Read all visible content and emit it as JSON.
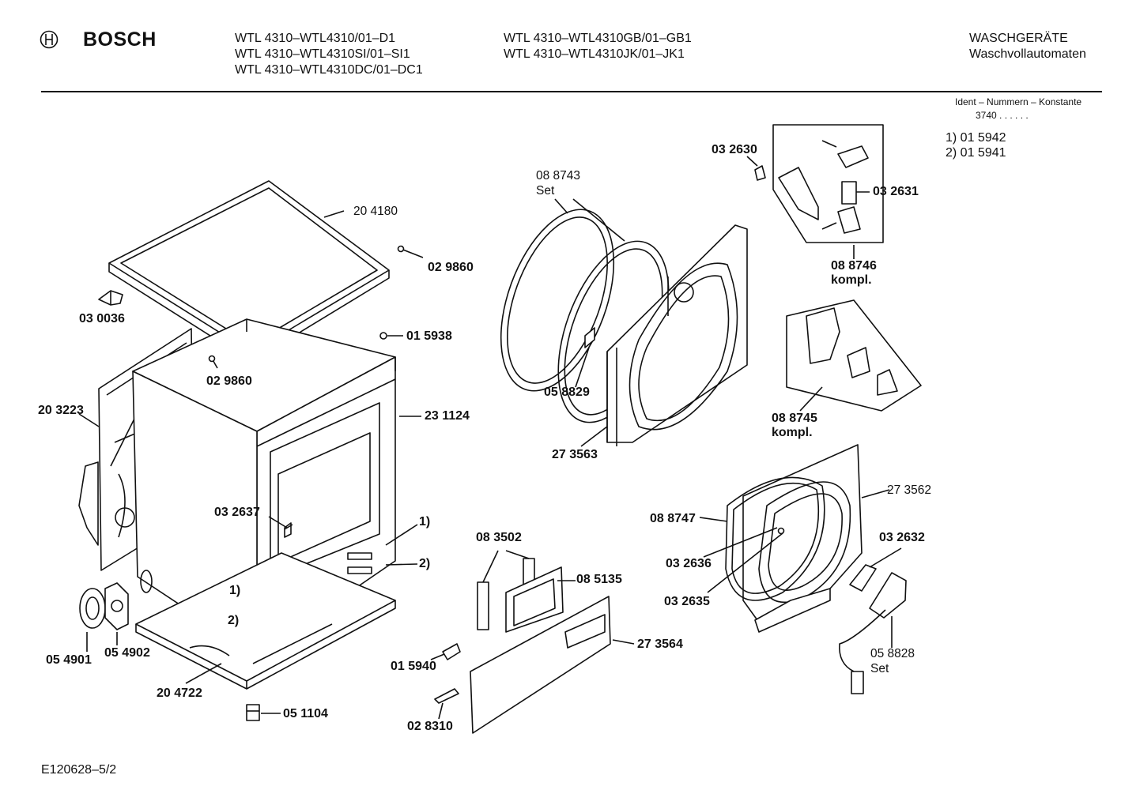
{
  "header": {
    "brand": "BOSCH",
    "models_col1": [
      "WTL 4310–WTL4310/01–D1",
      "WTL 4310–WTL4310SI/01–SI1",
      "WTL 4310–WTL4310DC/01–DC1"
    ],
    "models_col2": [
      "WTL 4310–WTL4310GB/01–GB1",
      "WTL 4310–WTL4310JK/01–JK1"
    ],
    "category_line1": "WASCHGERÄTE",
    "category_line2": "Waschvollautomaten"
  },
  "ident": {
    "title": "Ident – Nummern – Konstante",
    "value": "3740 . . . . . .",
    "notes": [
      "1)  01 5942",
      "2)  01 5941"
    ]
  },
  "parts": [
    {
      "code": "20 4180",
      "bold": false
    },
    {
      "code": "02 9860",
      "bold": true
    },
    {
      "code": "03 0036",
      "bold": true
    },
    {
      "code": "01 5938",
      "bold": true
    },
    {
      "code": "02 9860",
      "bold": true
    },
    {
      "code": "20 3223",
      "bold": true
    },
    {
      "code": "23 1124",
      "bold": true
    },
    {
      "code": "03 2637",
      "bold": true
    },
    {
      "code": "1)",
      "bold": true
    },
    {
      "code": "2)",
      "bold": true
    },
    {
      "code": "1)",
      "bold": true
    },
    {
      "code": "2)",
      "bold": true
    },
    {
      "code": "05 4901",
      "bold": true
    },
    {
      "code": "05 4902",
      "bold": true
    },
    {
      "code": "20 4722",
      "bold": true
    },
    {
      "code": "05 1104",
      "bold": true
    },
    {
      "code": "08 8743",
      "bold": false
    },
    {
      "code": "Set",
      "bold": false
    },
    {
      "code": "05 8829",
      "bold": true
    },
    {
      "code": "27 3563",
      "bold": true
    },
    {
      "code": "03 2630",
      "bold": true
    },
    {
      "code": "03 2631",
      "bold": true
    },
    {
      "code": "08 8746",
      "bold": true
    },
    {
      "code": "kompl.",
      "bold": true
    },
    {
      "code": "08 8745",
      "bold": true
    },
    {
      "code": "kompl.",
      "bold": true
    },
    {
      "code": "27 3562",
      "bold": false
    },
    {
      "code": "08 8747",
      "bold": true
    },
    {
      "code": "03 2636",
      "bold": true
    },
    {
      "code": "03 2635",
      "bold": true
    },
    {
      "code": "03 2632",
      "bold": true
    },
    {
      "code": "05 8828",
      "bold": false
    },
    {
      "code": "Set",
      "bold": false
    },
    {
      "code": "08 3502",
      "bold": true
    },
    {
      "code": "08 5135",
      "bold": true
    },
    {
      "code": "27 3564",
      "bold": true
    },
    {
      "code": "01 5940",
      "bold": true
    },
    {
      "code": "02 8310",
      "bold": true
    }
  ],
  "footer": {
    "doc_id": "E120628–5/2"
  }
}
